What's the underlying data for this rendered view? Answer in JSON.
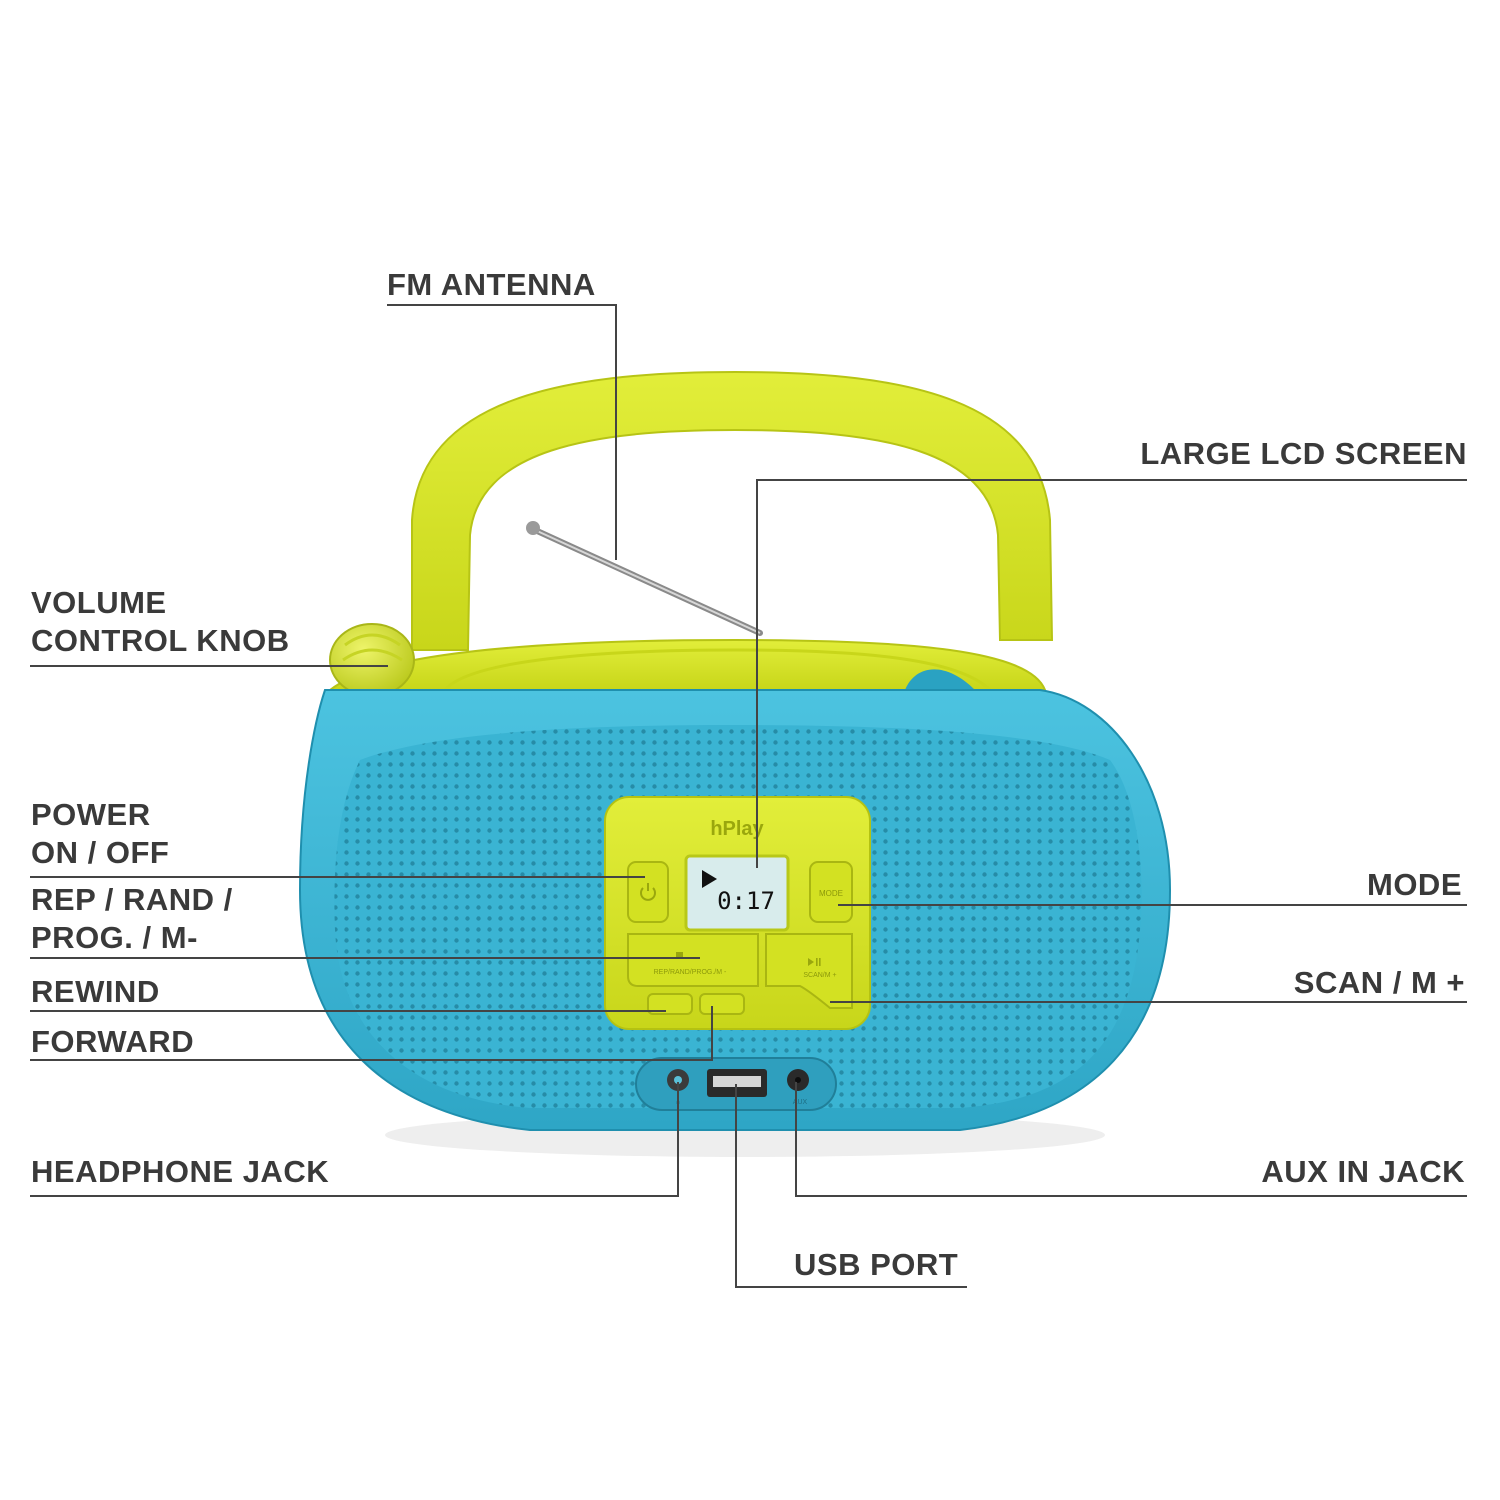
{
  "labels": {
    "fm_antenna": "FM ANTENNA",
    "large_lcd_screen": "LARGE LCD SCREEN",
    "volume_control_knob": "VOLUME\nCONTROL KNOB",
    "power": "POWER\nON / OFF",
    "rep_rand": "REP / RAND /\nPROG. / M-",
    "mode": "MODE",
    "rewind": "REWIND",
    "scan": "SCAN / M +",
    "forward": "FORWARD",
    "headphone_jack": "HEADPHONE JACK",
    "aux_in_jack": "AUX IN JACK",
    "usb_port": "USB PORT"
  },
  "device": {
    "brand": "hPlay",
    "lcd_time": "0:17",
    "mode_button": "MODE",
    "rep_button": "REP/RAND/PROG./M -",
    "scan_button": "SCAN/M +",
    "headphone_mark": "∩",
    "aux_mark": "AUX"
  },
  "icons": {
    "power_icon": "power-icon",
    "play_icon": "play-indicator-icon",
    "stop_icon": "stop-icon",
    "play_pause_icon": "play-pause-icon"
  },
  "colors": {
    "body_blue": "#35b6d6",
    "handle_yellow": "#d9e81e",
    "label_text": "#3a3a3a",
    "leader_line": "#444444",
    "lcd_bg": "#d8ecec"
  }
}
